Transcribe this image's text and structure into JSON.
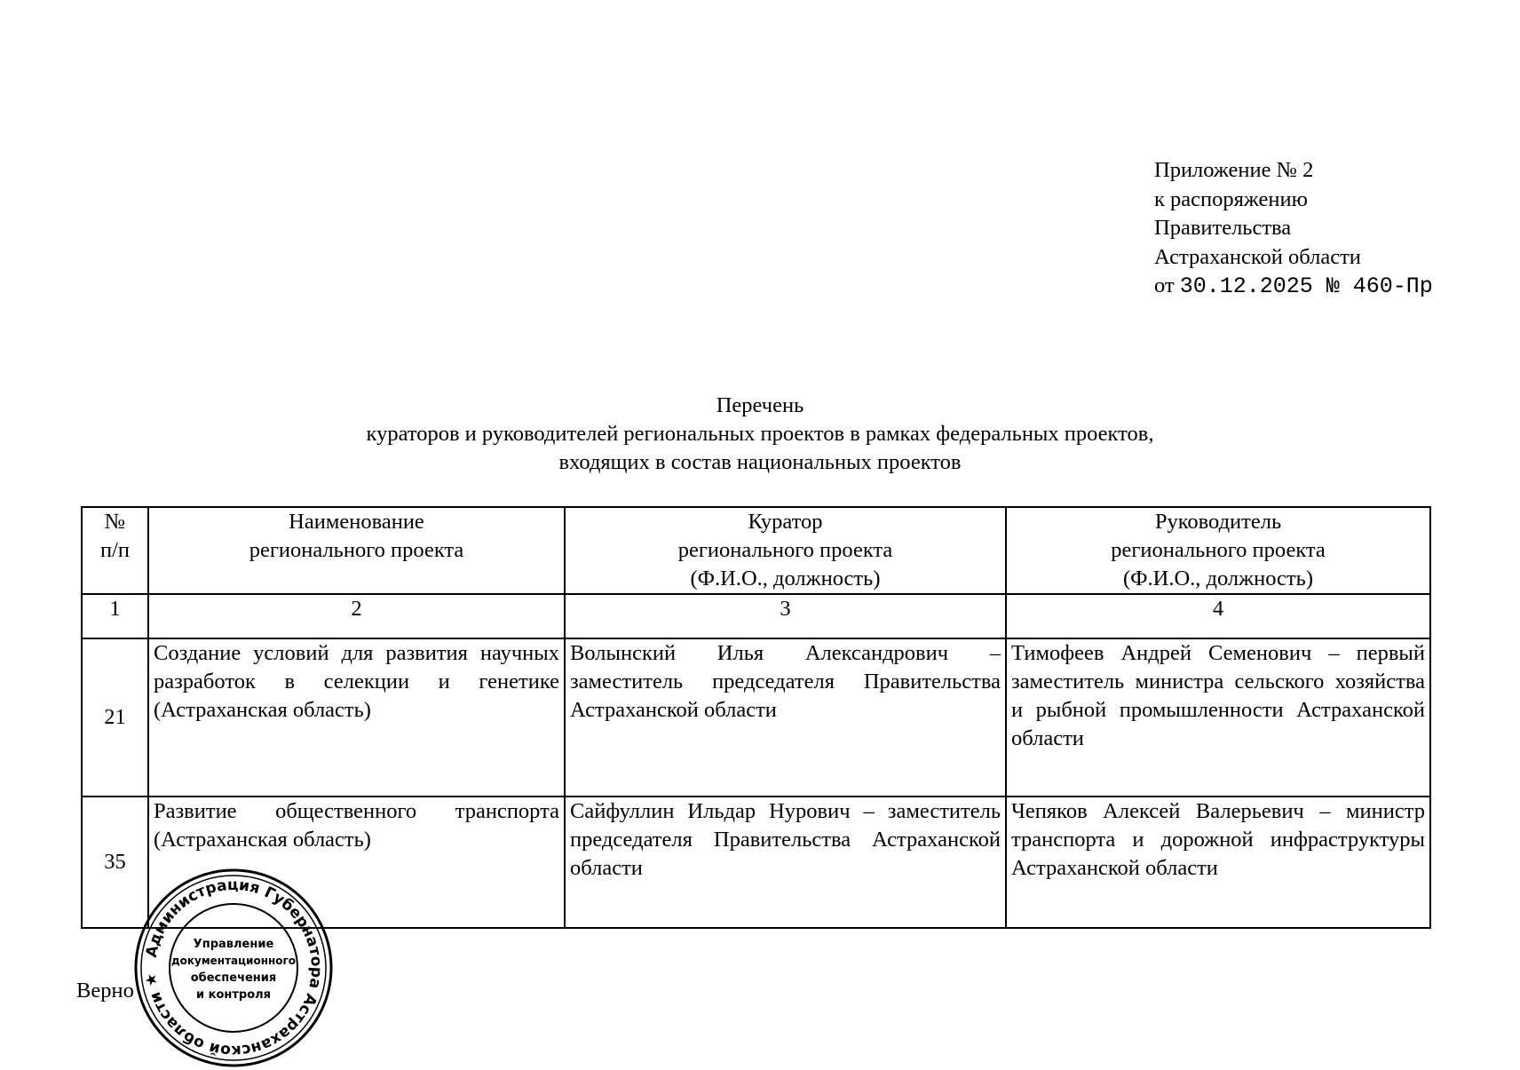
{
  "appendix": {
    "line1": "Приложение № 2",
    "line2": "к распоряжению",
    "line3": "Правительства",
    "line4": "Астраханской области",
    "date_prefix": "от",
    "date_value": "30.12.2025 № 460-Пр"
  },
  "title": {
    "line1": "Перечень",
    "line2": "кураторов и руководителей региональных проектов в рамках федеральных проектов,",
    "line3": "входящих в состав национальных проектов"
  },
  "table": {
    "headers": {
      "num": "№\nп/п",
      "name": "Наименование\nрегионального проекта",
      "curator": "Куратор\nрегионального проекта\n(Ф.И.О., должность)",
      "head": "Руководитель\nрегионального проекта\n(Ф.И.О., должность)"
    },
    "column_numbers": [
      "1",
      "2",
      "3",
      "4"
    ],
    "rows": [
      {
        "num": "21",
        "name": "Создание условий для развития научных разработок в селекции и генетике (Астраханская область)",
        "curator": "Волынский Илья Александрович – заместитель председателя Правительства Астраханской области",
        "head": "Тимофеев Андрей Семенович – первый заместитель министра сельского хозяйства и рыбной промышленности Астраханской области"
      },
      {
        "num": "35",
        "name": "Развитие общественного транспорта (Астраханская область)",
        "curator": "Сайфуллин Ильдар Нурович – заместитель председателя Правительства Астраханской области",
        "head": "Чепяков Алексей Валерьевич – министр транспорта и дорожной инфраструктуры Астраханской области"
      }
    ]
  },
  "footer": {
    "verno": "Верно"
  },
  "stamp": {
    "outer_text": "Администрация Губернатора Астраханской области",
    "inner_line1": "Управление",
    "inner_line2": "документационного",
    "inner_line3": "обеспечения",
    "inner_line4": "и контроля",
    "color": "#000000"
  }
}
